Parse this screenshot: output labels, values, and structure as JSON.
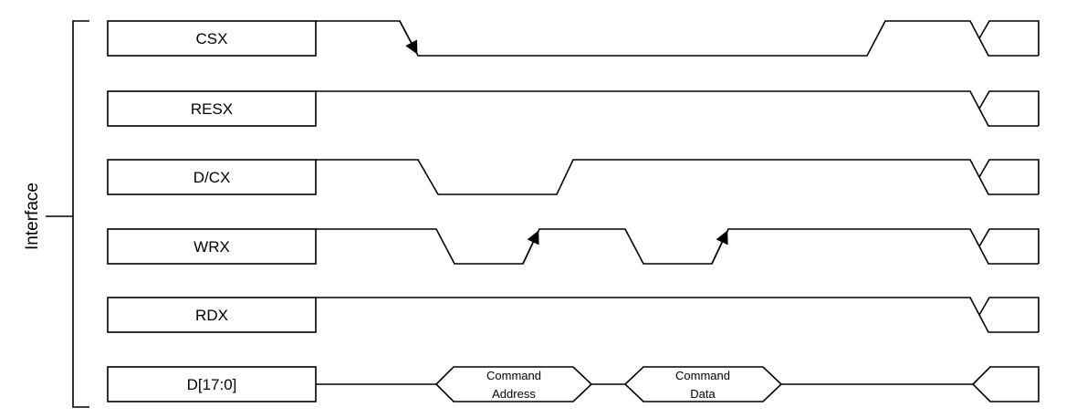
{
  "group_label": "Interface",
  "signals": [
    {
      "id": "csx",
      "name": "CSX"
    },
    {
      "id": "resx",
      "name": "RESX"
    },
    {
      "id": "dcx",
      "name": "D/CX"
    },
    {
      "id": "wrx",
      "name": "WRX"
    },
    {
      "id": "rdx",
      "name": "RDX"
    },
    {
      "id": "d",
      "name": "D[17:0]"
    }
  ],
  "bus_segments": [
    {
      "line1": "Command",
      "line2": "Address"
    },
    {
      "line1": "Command",
      "line2": "Data"
    }
  ]
}
